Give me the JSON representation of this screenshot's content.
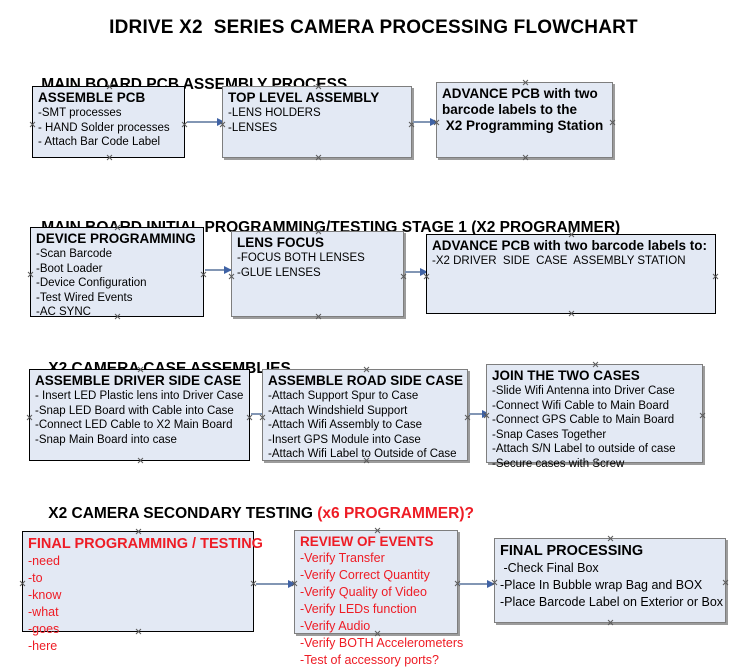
{
  "document": {
    "title": "IDRIVE X2  SERIES CAMERA PROCESSING FLOWCHART",
    "colors": {
      "box_fill": "#e3e9f4",
      "box_border": "#000000",
      "box_border_shadow": "#7e7e7e",
      "accent_red": "#ee1c25",
      "connector": "#8296b4",
      "arrow_head": "#3f62a5",
      "text": "#000000",
      "background": "#ffffff"
    }
  },
  "sections": [
    {
      "heading": "MAIN BOARD PCB ASSEMBLY PROCESS",
      "heading_accent": "",
      "nodes": [
        {
          "title": "ASSEMBLE PCB",
          "lines": [
            "-SMT processes",
            "- HAND Solder processes",
            "- Attach Bar Code Label"
          ]
        },
        {
          "title": "TOP LEVEL ASSEMBLY",
          "lines": [
            "-LENS HOLDERS",
            "-LENSES"
          ]
        },
        {
          "title": "ADVANCE PCB with two",
          "lines": [
            "barcode labels to the",
            " X2 Programming Station"
          ]
        }
      ]
    },
    {
      "heading": "MAIN BOARD INITIAL PROGRAMMING/TESTING STAGE 1 (X2 PROGRAMMER)",
      "heading_accent": "",
      "nodes": [
        {
          "title": "DEVICE PROGRAMMING",
          "lines": [
            "-Scan Barcode",
            "-Boot Loader",
            "-Device Configuration",
            "-Test Wired Events",
            "-AC SYNC"
          ]
        },
        {
          "title": "LENS FOCUS",
          "lines": [
            "-FOCUS BOTH LENSES",
            "-GLUE LENSES"
          ]
        },
        {
          "title": "ADVANCE PCB with two barcode labels to:",
          "lines": [
            "-X2 DRIVER  SIDE  CASE  ASSEMBLY STATION"
          ]
        }
      ]
    },
    {
      "heading": "X2 CAMERA CASE ASSEMBLIES",
      "heading_accent": "",
      "nodes": [
        {
          "title": "ASSEMBLE DRIVER SIDE CASE",
          "lines": [
            "- Insert LED Plastic lens into Driver Case",
            "-Snap LED Board with Cable into Case",
            "-Connect LED Cable to X2 Main Board",
            "-Snap Main Board into case"
          ]
        },
        {
          "title": "ASSEMBLE ROAD SIDE CASE",
          "lines": [
            "-Attach Support Spur to Case",
            "-Attach Windshield Support",
            "-Attach Wifi Assembly to Case",
            "-Insert GPS Module into Case",
            "-Attach Wifi Label to Outside of Case"
          ]
        },
        {
          "title": "JOIN THE TWO CASES",
          "lines": [
            "-Slide Wifi Antenna into Driver Case",
            "-Connect Wifi Cable to Main Board",
            "-Connect GPS Cable to Main Board",
            "-Snap Cases Together",
            "-Attach S/N Label to outside of case",
            "-Secure cases with Screw"
          ]
        }
      ]
    },
    {
      "heading": "X2 CAMERA SECONDARY TESTING ",
      "heading_accent": "(x6 PROGRAMMER)?",
      "nodes": [
        {
          "title": "FINAL PROGRAMMING / TESTING",
          "lines": [
            "-need",
            "-to",
            "-know",
            "-what",
            "-goes",
            "-here"
          ]
        },
        {
          "title": "REVIEW OF EVENTS",
          "lines": [
            "-Verify Transfer",
            "-Verify Correct Quantity",
            "-Verify Quality of Video",
            "-Verify LEDs function",
            "-Verify Audio",
            "-Verify BOTH Accelerometers",
            "-Test of accessory ports?"
          ]
        },
        {
          "title": "FINAL PROCESSING",
          "lines": [
            " -Check Final Box",
            "-Place In Bubble wrap Bag and BOX",
            "-Place Barcode Label on Exterior or Box"
          ]
        }
      ]
    }
  ]
}
